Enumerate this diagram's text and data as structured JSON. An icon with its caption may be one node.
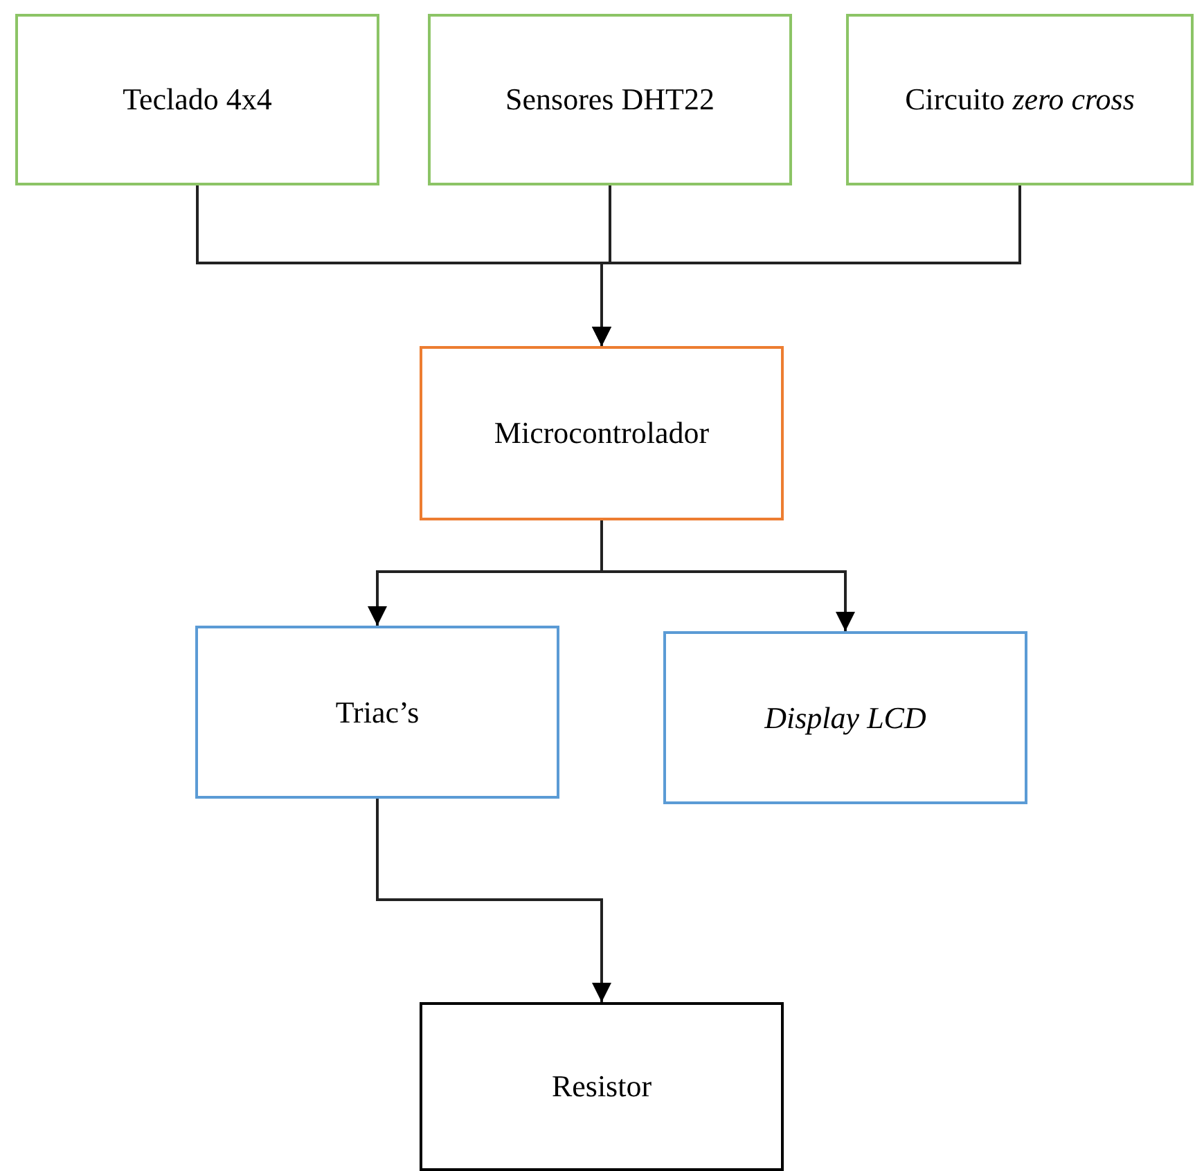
{
  "diagram": {
    "nodes": [
      {
        "text": [
          "Teclado 4x4"
        ]
      },
      {
        "text": [
          "Sensores DHT22"
        ]
      },
      {
        "text": [
          "Circuito *zero cross*"
        ]
      },
      {
        "text": [
          "Microcontrolador"
        ]
      },
      {
        "text": [
          "Triac’s"
        ]
      },
      {
        "text": [
          "Display LCD"
        ]
      },
      {
        "text": [
          "Resistor"
        ]
      }
    ],
    "edges": [
      {
        "from": 0,
        "to": 3,
        "arrow": "to"
      },
      {
        "from": 1,
        "to": 3,
        "arrow": "to"
      },
      {
        "from": 2,
        "to": 3,
        "arrow": "to"
      },
      {
        "from": 3,
        "to": 4,
        "arrow": "to"
      },
      {
        "from": 3,
        "to": 5,
        "arrow": "to"
      },
      {
        "from": 4,
        "to": 6,
        "arrow": "to"
      }
    ]
  }
}
